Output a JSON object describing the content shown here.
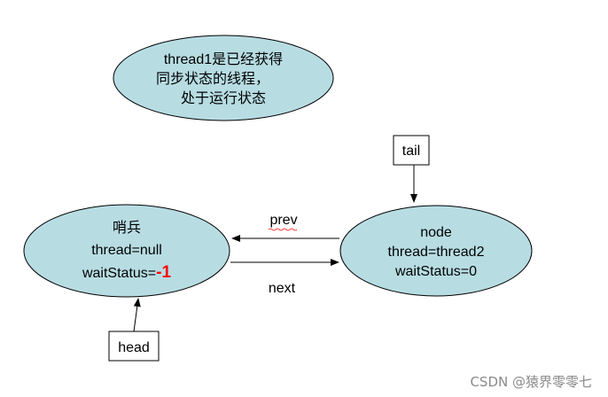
{
  "colors": {
    "ellipse_fill": "#b7dde3",
    "stroke": "#000000",
    "text": "#000000",
    "highlight": "#ff0000",
    "background": "#ffffff",
    "watermark": "#8a8a8a",
    "squiggle": "#ff0000"
  },
  "callout": {
    "line1": "thread1是已经获得",
    "line2": "同步状态的线程，",
    "line3": "处于运行状态"
  },
  "sentinel": {
    "title": "哨兵",
    "thread": "thread=null",
    "wait_prefix": "waitStatus=",
    "wait_value": "-1"
  },
  "node": {
    "title": "node",
    "thread": "thread=thread2",
    "wait": "waitStatus=0"
  },
  "labels": {
    "prev": "prev",
    "next": "next",
    "tail": "tail",
    "head": "head"
  },
  "watermark": "CSDN @猿界零零七"
}
